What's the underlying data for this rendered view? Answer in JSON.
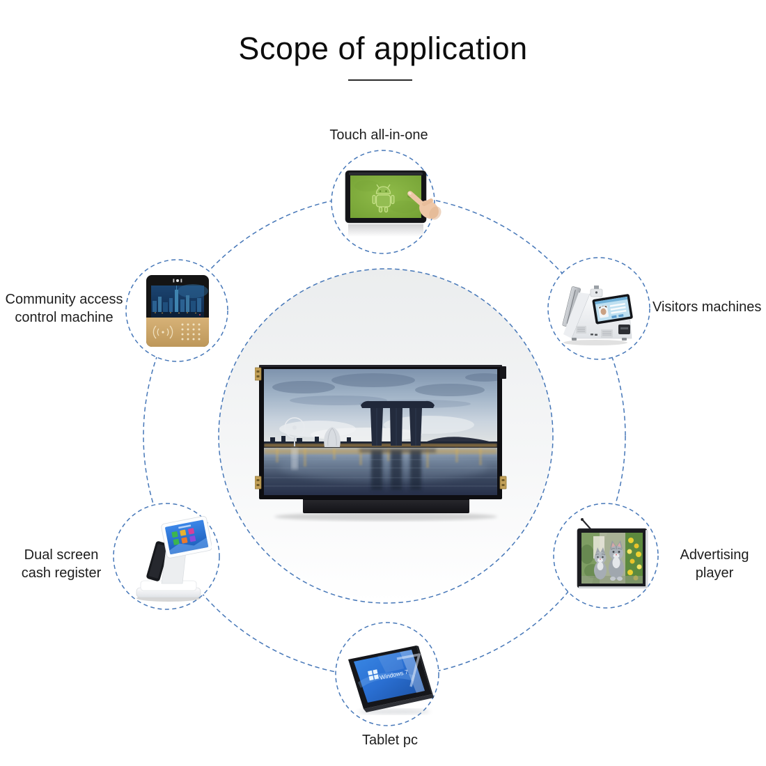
{
  "title": "Scope of application",
  "nodes": {
    "touch_all_in_one": {
      "label": "Touch all-in-one"
    },
    "community_access": {
      "label_line1": "Community access",
      "label_line2": "control machine"
    },
    "visitors_machines": {
      "label": "Visitors machines"
    },
    "dual_screen_cash_register": {
      "label_line1": "Dual screen",
      "label_line2": "cash register"
    },
    "advertising_player": {
      "label_line1": "Advertising",
      "label_line2": "player"
    },
    "tablet_pc": {
      "label": "Tablet pc"
    }
  },
  "screen_texts": {
    "tablet_pc": "Windows 7"
  },
  "device_icons": {
    "hub": "lcd-panel-marina-bay-scene",
    "touch_all_in_one": "android-tablet-with-pointing-hand",
    "community_access": "intercom-keypad-terminal",
    "visitors_machines": "visitor-registration-kiosk",
    "dual_screen_cash_register": "pos-terminal-dual-screen",
    "advertising_player": "wall-display-kittens",
    "tablet_pc": "windows-7-tablet"
  },
  "colors": {
    "dash_blue": "#4677b8",
    "label_text": "#1d1d1d",
    "android_green": "#7fa93c",
    "gold": "#c9a266"
  }
}
